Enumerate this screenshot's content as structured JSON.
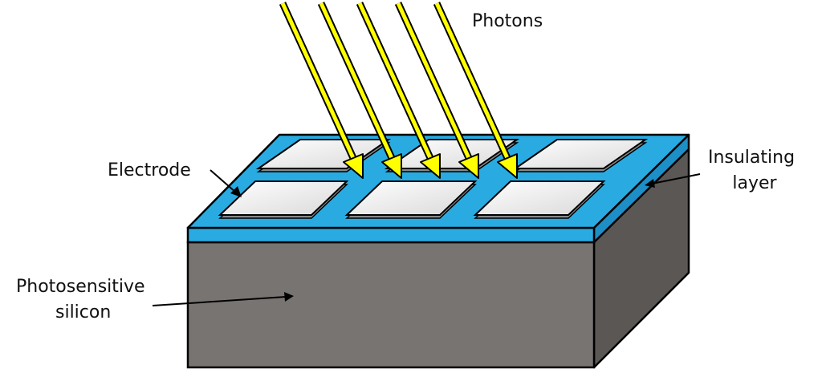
{
  "labels": {
    "photons": "Photons",
    "electrode": "Electrode",
    "insulating_line1": "Insulating",
    "insulating_line2": "layer",
    "silicon_line1": "Photosensitive",
    "silicon_line2": "silicon"
  },
  "colors": {
    "silicon_front": "#787472",
    "silicon_side": "#5b5755",
    "insulator_top": "#29abe2",
    "insulator_edge": "#1d8fc6",
    "electrode_fill": "#f2f2f2",
    "electrode_edge": "#777777",
    "photon_fill": "#ffff00",
    "outline": "#000000"
  }
}
